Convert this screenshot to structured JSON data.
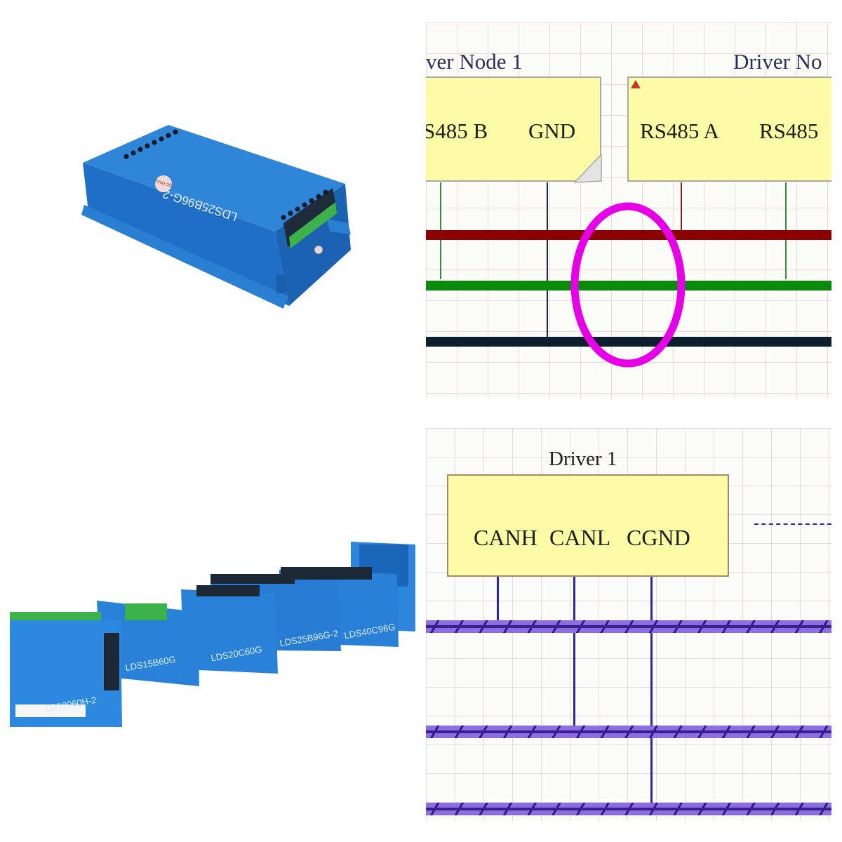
{
  "product_single": {
    "model_label": "LDS25B96G-2",
    "badge_text": "QC PASS"
  },
  "rs485_diagram": {
    "node1_title": "ver Node 1",
    "node2_title": "Driver No",
    "node1_pins": [
      "S485 B",
      "GND"
    ],
    "node2_pins": [
      "RS485 A",
      "RS485"
    ],
    "bus_colors": {
      "a": "#8b0000",
      "b": "#0a8a0a",
      "gnd": "#0d1f2e"
    },
    "highlight_color": "#e600e6"
  },
  "product_lineup": {
    "models": [
      "LD10060H-2",
      "LDS15B60G",
      "LDS20C60G",
      "LDS25B96G-2",
      "LDS40C96G"
    ]
  },
  "can_diagram": {
    "title": "Driver 1",
    "pins": [
      "CANH",
      "CANL",
      "CGND"
    ],
    "bus_color": "#7d5bd6"
  }
}
